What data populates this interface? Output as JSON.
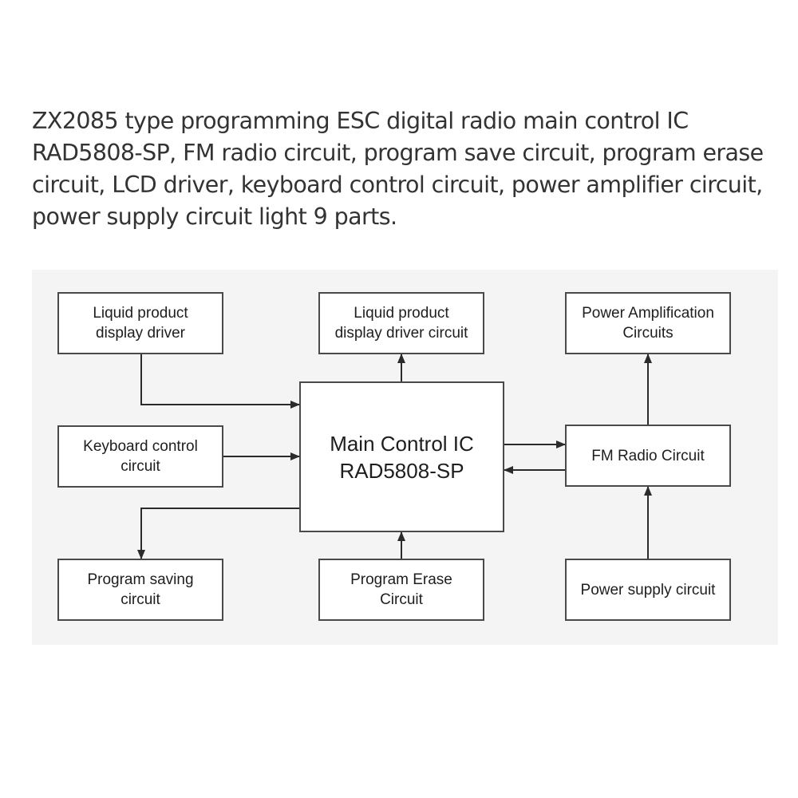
{
  "description": "ZX2085 type programming ESC digital radio main control IC RAD5808-SP, FM radio circuit, program save circuit, program erase circuit, LCD driver, keyboard control circuit, power amplifier circuit, power supply circuit light 9 parts.",
  "diagram": {
    "nodes": {
      "lcd_driver": "Liquid product\ndisplay driver",
      "lcd_driver_circuit": "Liquid product\ndisplay driver circuit",
      "power_amp": "Power Amplification\nCircuits",
      "keyboard": "Keyboard control\ncircuit",
      "main_ic": "Main Control IC\nRAD5808-SP",
      "fm_radio": "FM Radio Circuit",
      "program_saving": "Program saving\ncircuit",
      "program_erase": "Program Erase\nCircuit",
      "power_supply": "Power supply circuit"
    },
    "edges": [
      {
        "from": "lcd_driver",
        "to": "main_ic"
      },
      {
        "from": "keyboard",
        "to": "main_ic"
      },
      {
        "from": "main_ic",
        "to": "lcd_driver_circuit"
      },
      {
        "from": "main_ic",
        "to": "program_saving"
      },
      {
        "from": "program_erase",
        "to": "main_ic"
      },
      {
        "from": "main_ic",
        "to": "fm_radio"
      },
      {
        "from": "fm_radio",
        "to": "main_ic"
      },
      {
        "from": "fm_radio",
        "to": "power_amp"
      },
      {
        "from": "power_supply",
        "to": "fm_radio"
      }
    ],
    "colors": {
      "line": "#2b2b2b",
      "border": "#4a4a4a",
      "panel": "#f4f4f4"
    }
  }
}
